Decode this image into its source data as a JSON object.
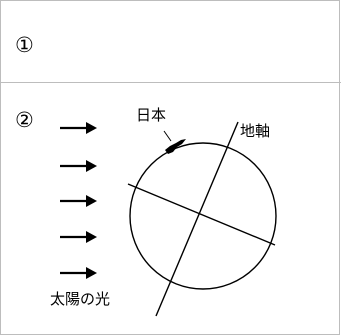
{
  "sections": [
    {
      "number": "①"
    },
    {
      "number": "②"
    }
  ],
  "diagram": {
    "labels": {
      "japan": "日本",
      "earth_axis": "地軸",
      "sunlight": "太陽の光"
    },
    "sunlight_arrow_count": 5
  }
}
